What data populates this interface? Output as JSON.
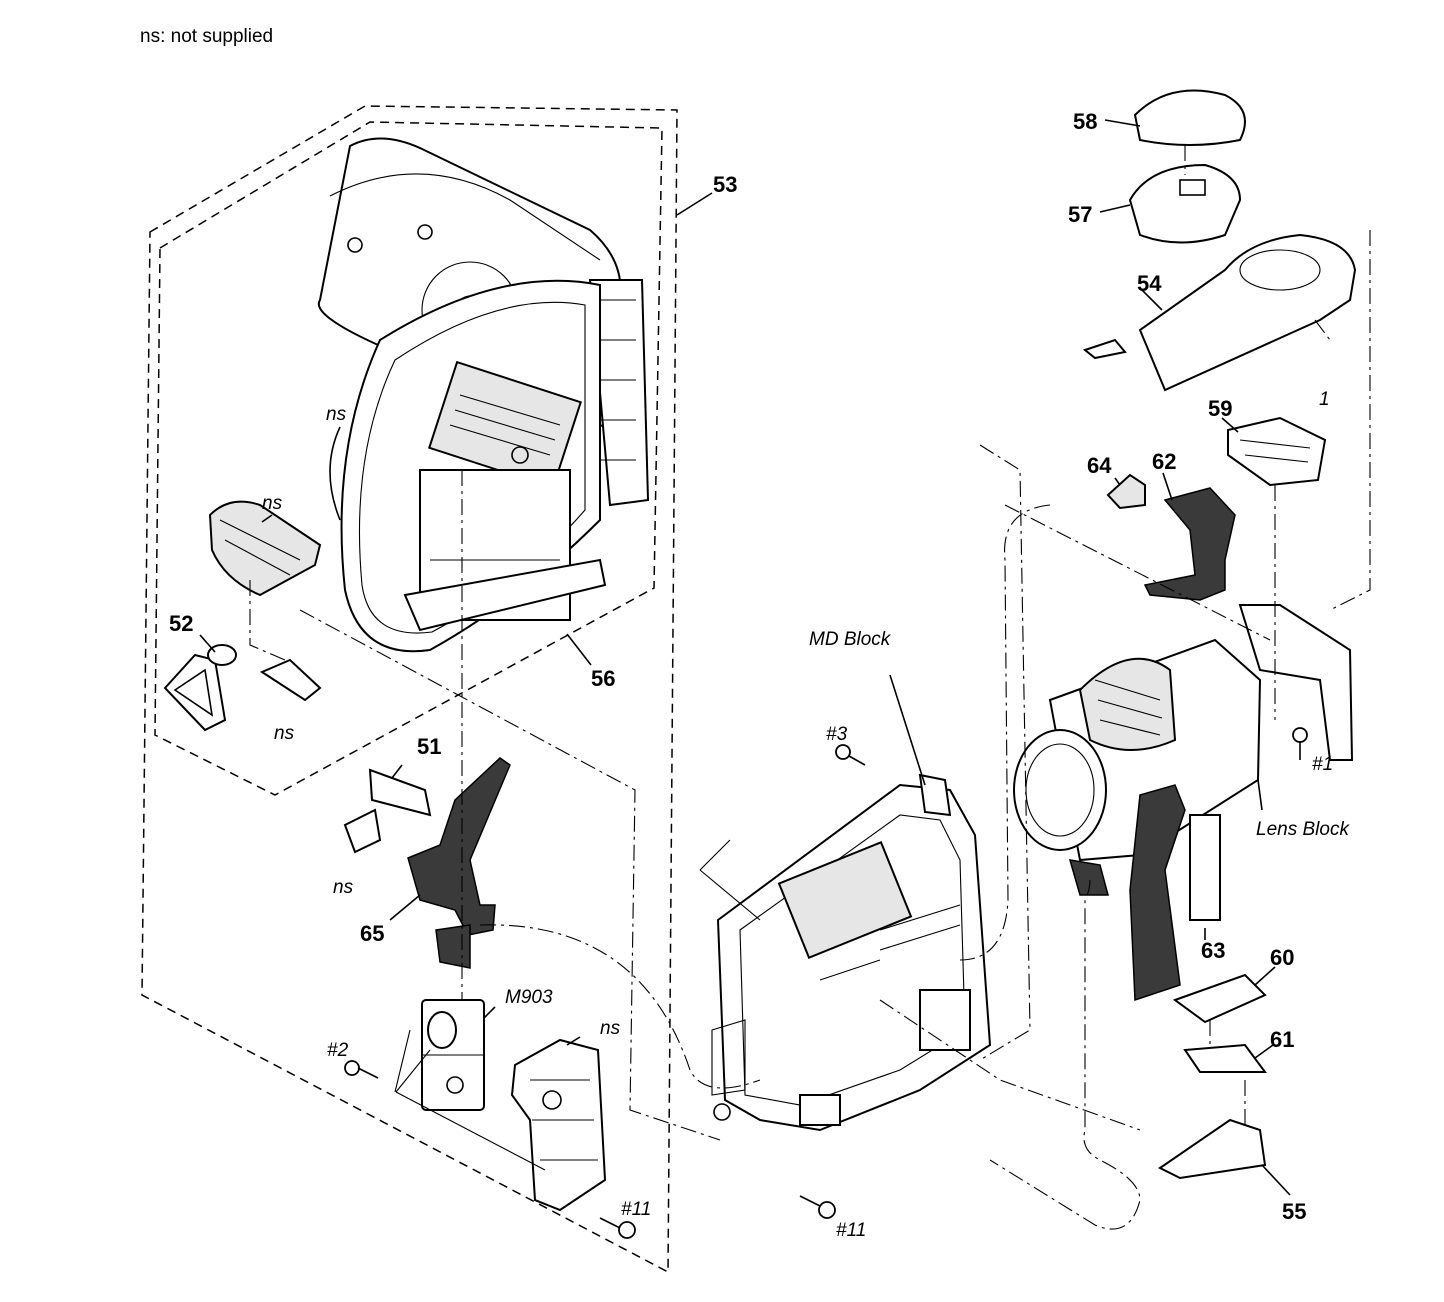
{
  "legend": "ns: not supplied",
  "part_numbers": {
    "p51": "51",
    "p52": "52",
    "p53": "53",
    "p54": "54",
    "p55": "55",
    "p56": "56",
    "p57": "57",
    "p58": "58",
    "p59": "59",
    "p60": "60",
    "p61": "61",
    "p62": "62",
    "p63": "63",
    "p64": "64",
    "p65": "65"
  },
  "annotations": {
    "ns": "ns",
    "m903": "M903",
    "md_block": "MD Block",
    "lens_block": "Lens Block",
    "screw1": "#1",
    "screw2": "#2",
    "screw3": "#3",
    "screw11": "#11",
    "mark1": "1"
  }
}
